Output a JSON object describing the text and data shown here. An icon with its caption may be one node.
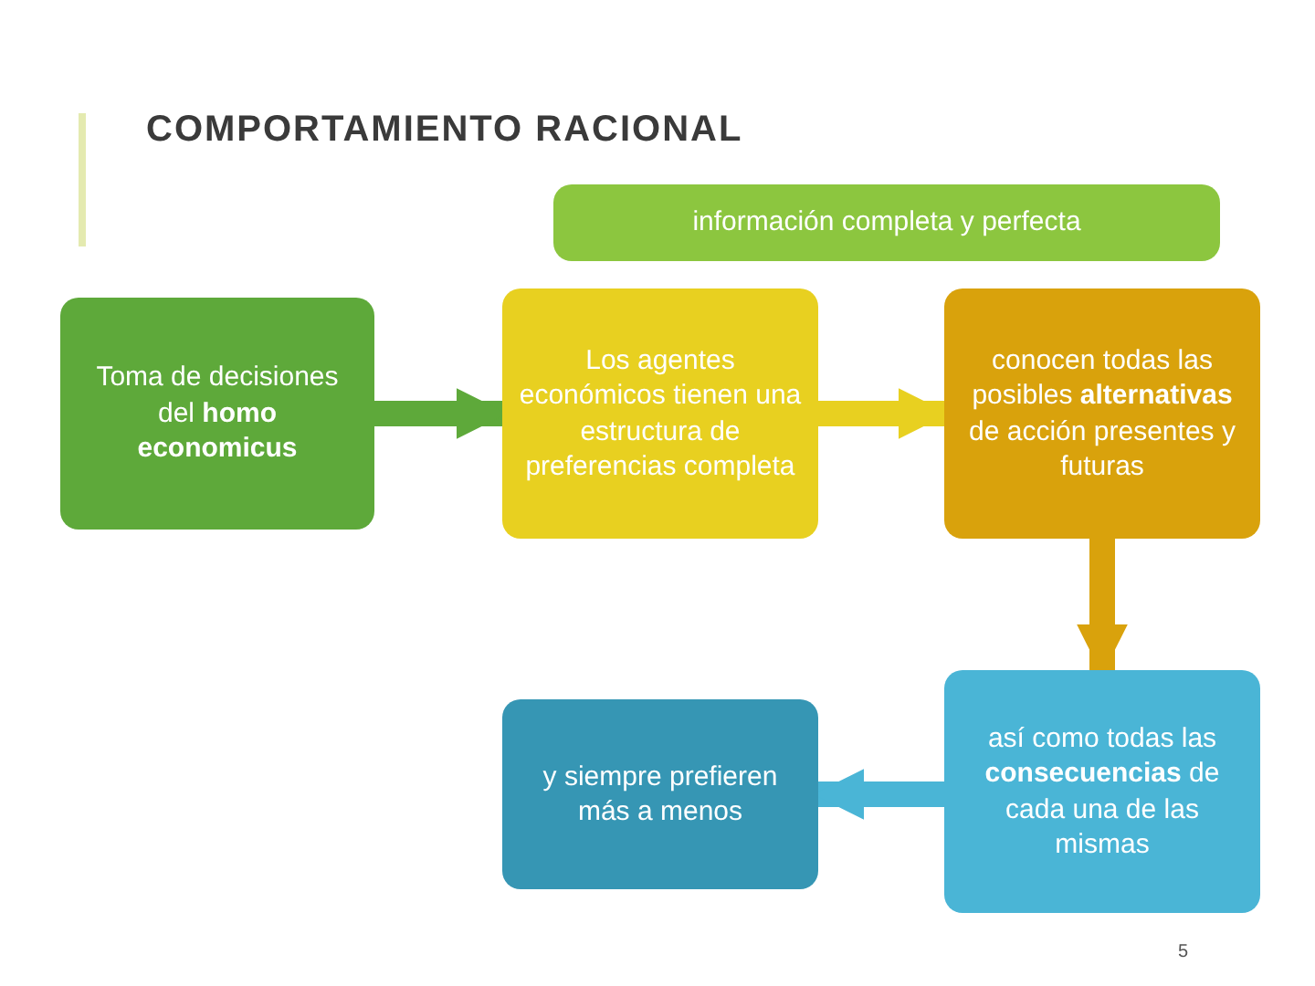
{
  "diagram": {
    "title": "COMPORTAMIENTO RACIONAL",
    "nodes": [
      {
        "text": [
          "información completa y perfecta"
        ]
      },
      {
        "text": [
          "Toma de decisiones del **homo economicus**"
        ]
      },
      {
        "text": [
          "Los agentes económicos tienen una estructura de preferencias completa"
        ]
      },
      {
        "text": [
          "conocen todas las posibles **alternativas** de acción presentes y futuras"
        ]
      },
      {
        "text": [
          "y siempre prefieren más a menos"
        ]
      },
      {
        "text": [
          "así como todas las **consecuencias** de cada una de las mismas"
        ]
      }
    ],
    "edges": [
      {
        "from": 1,
        "to": 2,
        "arrow": "to",
        "color": "#5ea93a"
      },
      {
        "from": 2,
        "to": 3,
        "arrow": "to",
        "color": "#e8d020"
      },
      {
        "from": 3,
        "to": 5,
        "arrow": "to",
        "color": "#d9a20c"
      },
      {
        "from": 5,
        "to": 4,
        "arrow": "to",
        "color": "#4ab5d6"
      }
    ],
    "labels": [
      "5"
    ]
  }
}
